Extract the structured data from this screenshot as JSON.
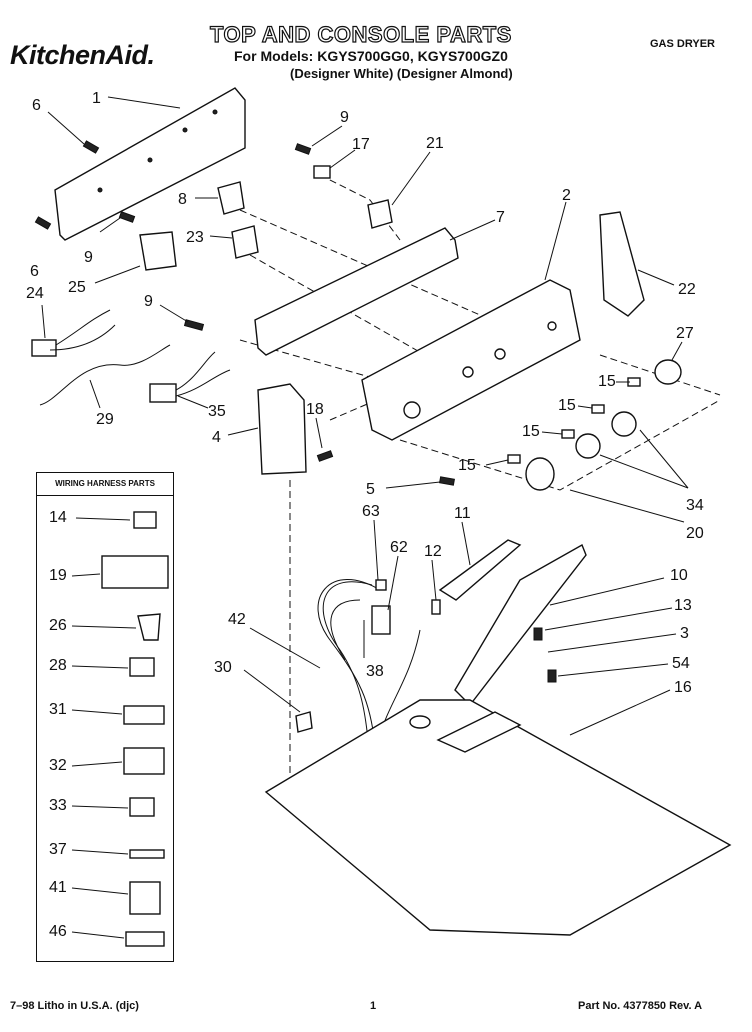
{
  "header": {
    "brand": "KitchenAid.",
    "title": "TOP AND CONSOLE PARTS",
    "models": "For Models: KGYS700GG0, KGYS700GZ0",
    "variants": "(Designer White)  (Designer Almond)",
    "appliance": "GAS DRYER"
  },
  "harness_box": {
    "title": "WIRING HARNESS PARTS",
    "labels": [
      "14",
      "19",
      "26",
      "28",
      "31",
      "32",
      "33",
      "37",
      "41",
      "46"
    ]
  },
  "callouts": {
    "c1": "1",
    "c6a": "6",
    "c6b": "6",
    "c9a": "9",
    "c9b": "9",
    "c9c": "9",
    "c17": "17",
    "c21": "21",
    "c8": "8",
    "c23": "23",
    "c7": "7",
    "c2": "2",
    "c22": "22",
    "c24": "24",
    "c25": "25",
    "c29": "29",
    "c35": "35",
    "c4": "4",
    "c18": "18",
    "c27": "27",
    "c15a": "15",
    "c15b": "15",
    "c15c": "15",
    "c15d": "15",
    "c34": "34",
    "c5": "5",
    "c20": "20",
    "c63": "63",
    "c11": "11",
    "c62": "62",
    "c12": "12",
    "c10": "10",
    "c13": "13",
    "c3": "3",
    "c42": "42",
    "c38": "38",
    "c54": "54",
    "c30": "30",
    "c16": "16"
  },
  "footer": {
    "left": "7–98 Litho in U.S.A. (djc)",
    "page": "1",
    "part_no": "Part No. 4377850 Rev. A"
  }
}
